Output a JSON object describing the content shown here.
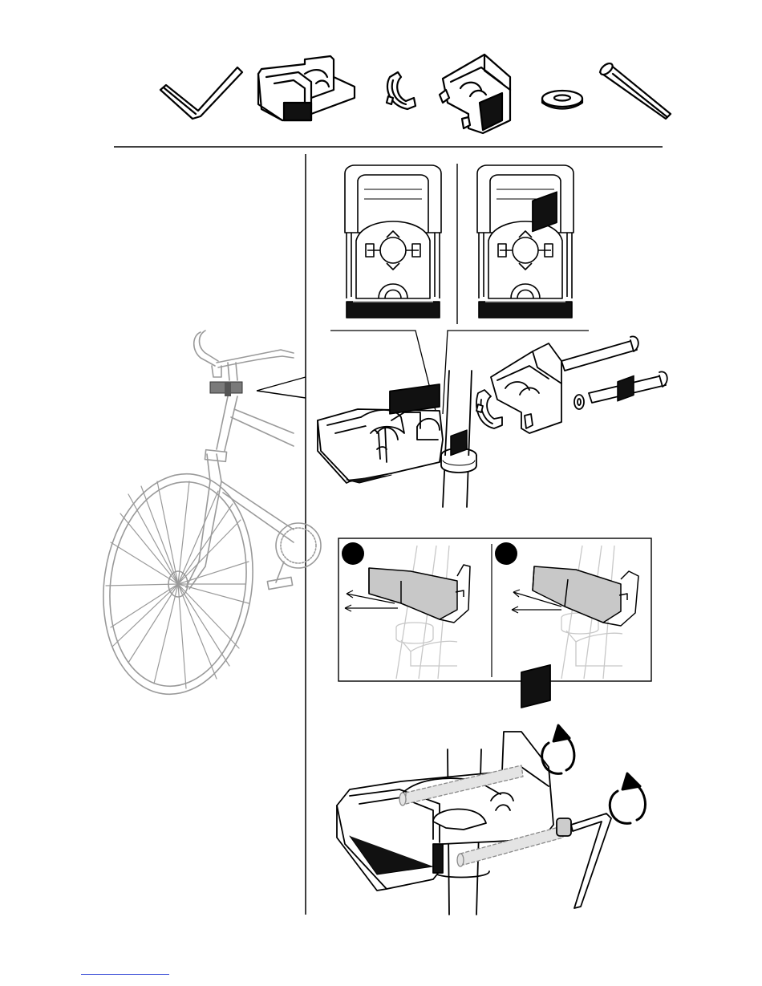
{
  "page": {
    "type": "assembly-instructions",
    "accent_color": "#000000",
    "highlight_color": "#c8c8c8",
    "bike_line_color": "#9a9a9a"
  },
  "parts_row": {
    "items": [
      {
        "name": "hex-key-icon"
      },
      {
        "name": "front-clamp-cradle-icon"
      },
      {
        "name": "clamp-shim-icon"
      },
      {
        "name": "rear-clamp-block-icon"
      },
      {
        "name": "washer-icon"
      },
      {
        "name": "long-bolt-icon"
      }
    ]
  },
  "steps": {
    "orientation_views": [
      "orientation-view-a",
      "orientation-view-b"
    ],
    "angle_options": [
      {
        "badge_color": "#000000"
      },
      {
        "badge_color": "#000000"
      }
    ]
  }
}
